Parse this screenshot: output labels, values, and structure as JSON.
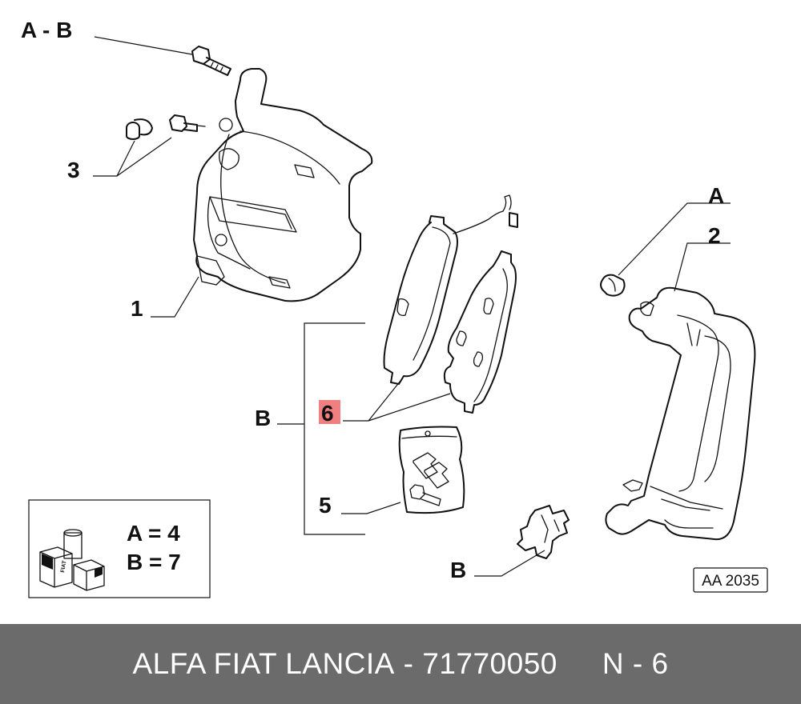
{
  "callouts": {
    "ab": "A - B",
    "one": "1",
    "two": "2",
    "three": "3",
    "five": "5",
    "six": "6",
    "a": "A",
    "b_group": "B",
    "b_clip": "B"
  },
  "legend": {
    "a_eq": "A = 4",
    "b_eq": "B = 7",
    "logo_text": "FIAT"
  },
  "ref_code": "AA 2035",
  "footer": {
    "brand": "ALFA FIAT LANCIA",
    "separator": "-",
    "part_number": "71770050",
    "sheet": "N - 6"
  },
  "colors": {
    "highlight": "#f07f7f",
    "footer_bg": "#6b6b6b",
    "footer_text": "#ffffff"
  }
}
